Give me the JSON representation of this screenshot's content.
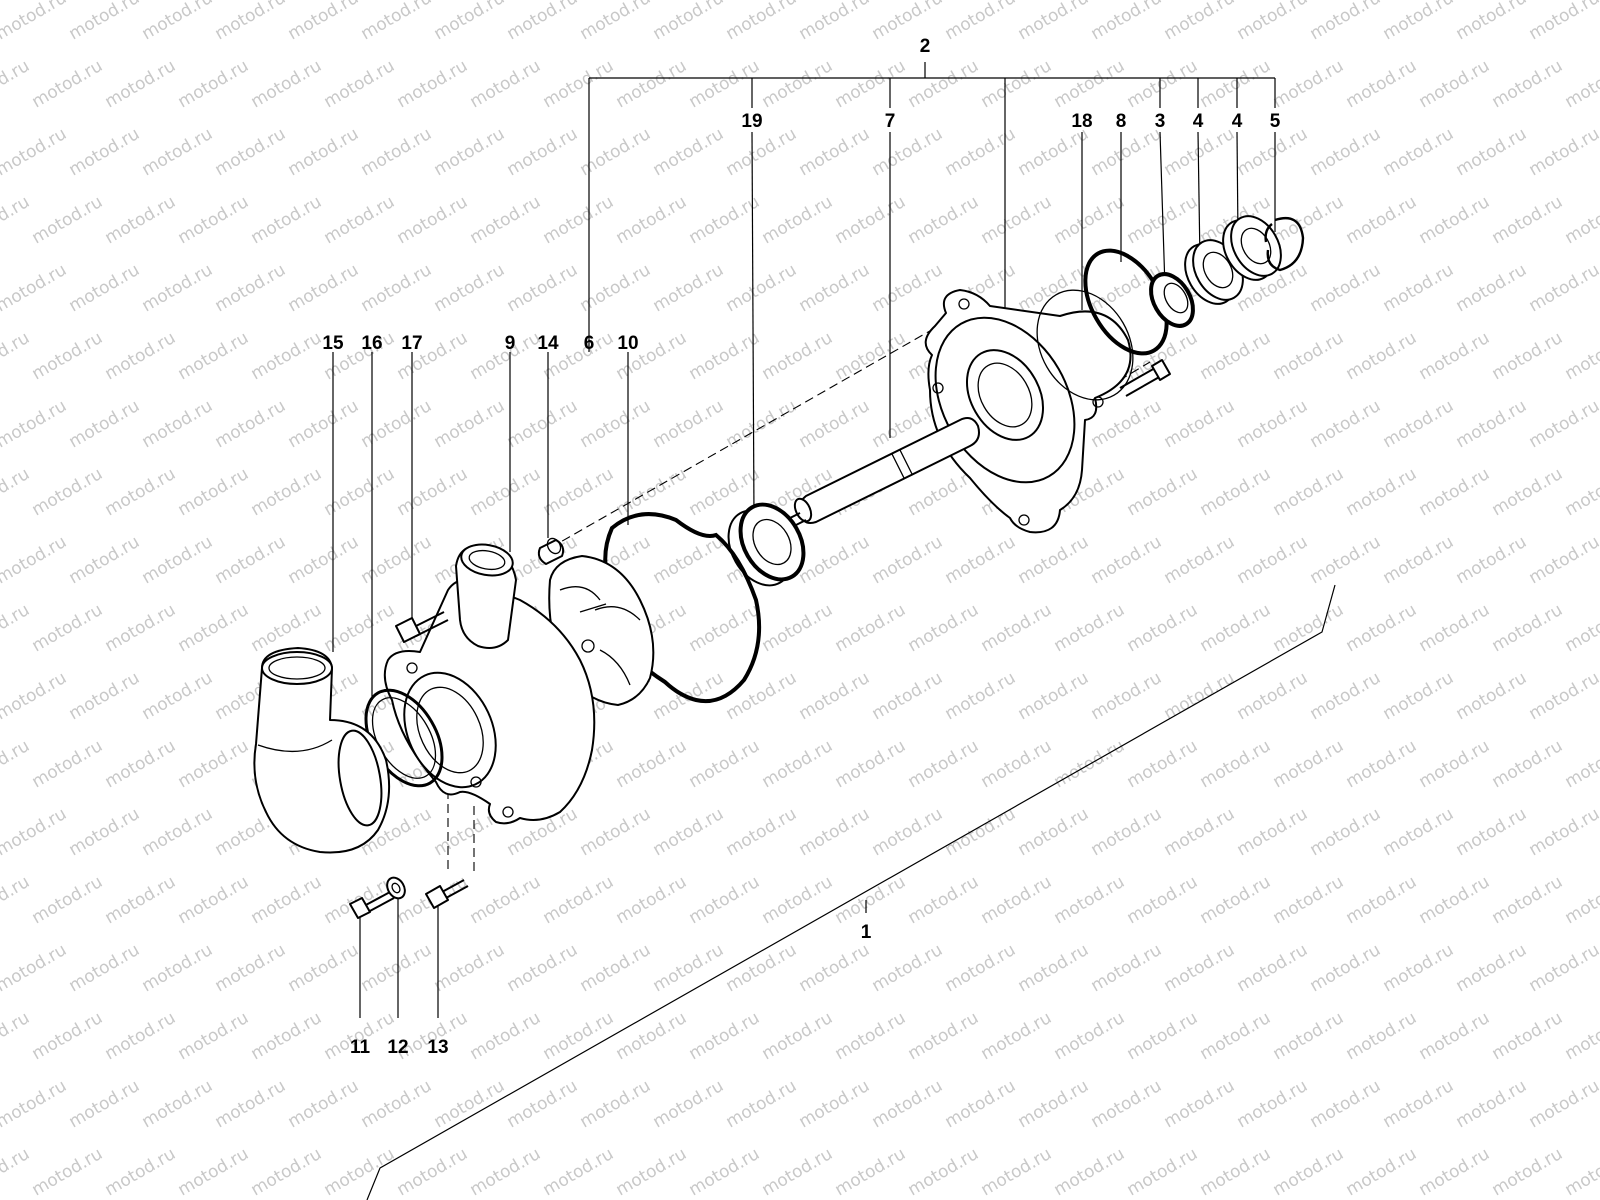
{
  "watermark": {
    "text": "motod.ru"
  },
  "callouts": {
    "c1": "1",
    "c2": "2",
    "c3": "3",
    "c4a": "4",
    "c4b": "4",
    "c5": "5",
    "c6": "6",
    "c7": "7",
    "c8": "8",
    "c9": "9",
    "c10": "10",
    "c11": "11",
    "c12": "12",
    "c13": "13",
    "c14": "14",
    "c15": "15",
    "c16": "16",
    "c17": "17",
    "c18": "18",
    "c19": "19"
  }
}
